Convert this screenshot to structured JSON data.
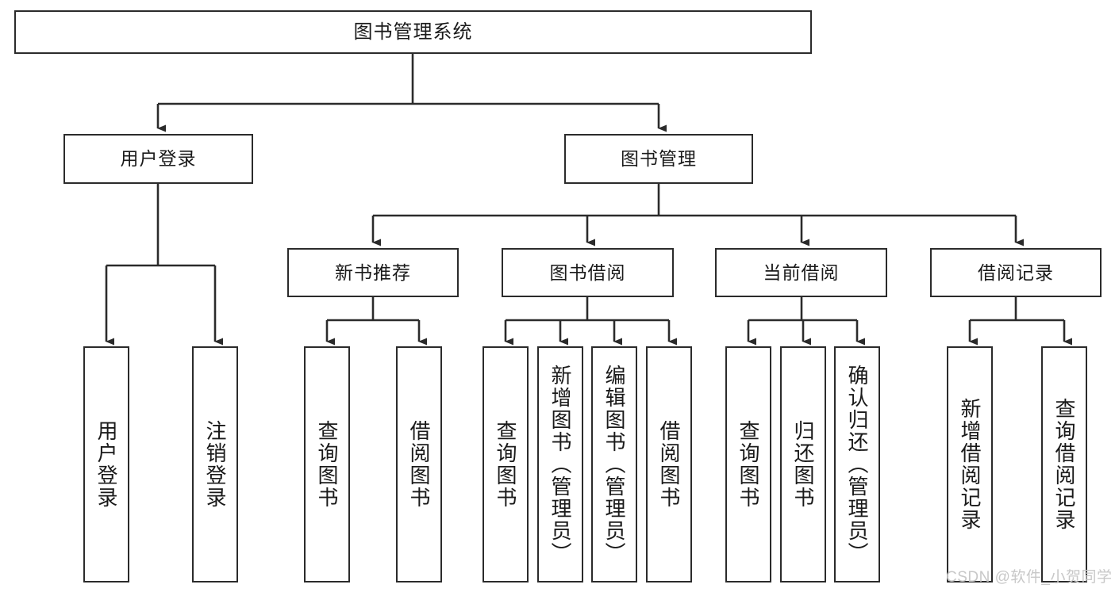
{
  "diagram": {
    "title": "图书管理系统",
    "type": "hierarchy-tree",
    "watermark": "CSDN @软件_小贺同学",
    "colors": {
      "stroke": "#2b2b2b",
      "fill": "#ffffff",
      "text": "#1a1a1a",
      "watermark": "#c8c8c8"
    },
    "nodes": {
      "root": {
        "label": "图书管理系统"
      },
      "level1": [
        {
          "id": "user-login",
          "label": "用户登录"
        },
        {
          "id": "book-management",
          "label": "图书管理"
        }
      ],
      "level2": [
        {
          "id": "new-book-recommend",
          "label": "新书推荐"
        },
        {
          "id": "book-borrow",
          "label": "图书借阅"
        },
        {
          "id": "current-borrow",
          "label": "当前借阅"
        },
        {
          "id": "borrow-record",
          "label": "借阅记录"
        }
      ],
      "leaves": {
        "user-login": [
          {
            "id": "leaf-user-login",
            "label": "用户登录"
          },
          {
            "id": "leaf-logout",
            "label": "注销登录"
          }
        ],
        "new-book-recommend": [
          {
            "id": "leaf-query-book-1",
            "label": "查询图书"
          },
          {
            "id": "leaf-borrow-book-1",
            "label": "借阅图书"
          }
        ],
        "book-borrow": [
          {
            "id": "leaf-query-book-2",
            "label": "查询图书"
          },
          {
            "id": "leaf-add-book",
            "label": "新增图书（管理员）"
          },
          {
            "id": "leaf-edit-book",
            "label": "编辑图书（管理员）"
          },
          {
            "id": "leaf-borrow-book-2",
            "label": "借阅图书"
          }
        ],
        "current-borrow": [
          {
            "id": "leaf-query-book-3",
            "label": "查询图书"
          },
          {
            "id": "leaf-return-book",
            "label": "归还图书"
          },
          {
            "id": "leaf-confirm-return",
            "label": "确认归还（管理员）"
          }
        ],
        "borrow-record": [
          {
            "id": "leaf-add-record",
            "label": "新增借阅记录"
          },
          {
            "id": "leaf-query-record",
            "label": "查询借阅记录"
          }
        ]
      }
    }
  }
}
